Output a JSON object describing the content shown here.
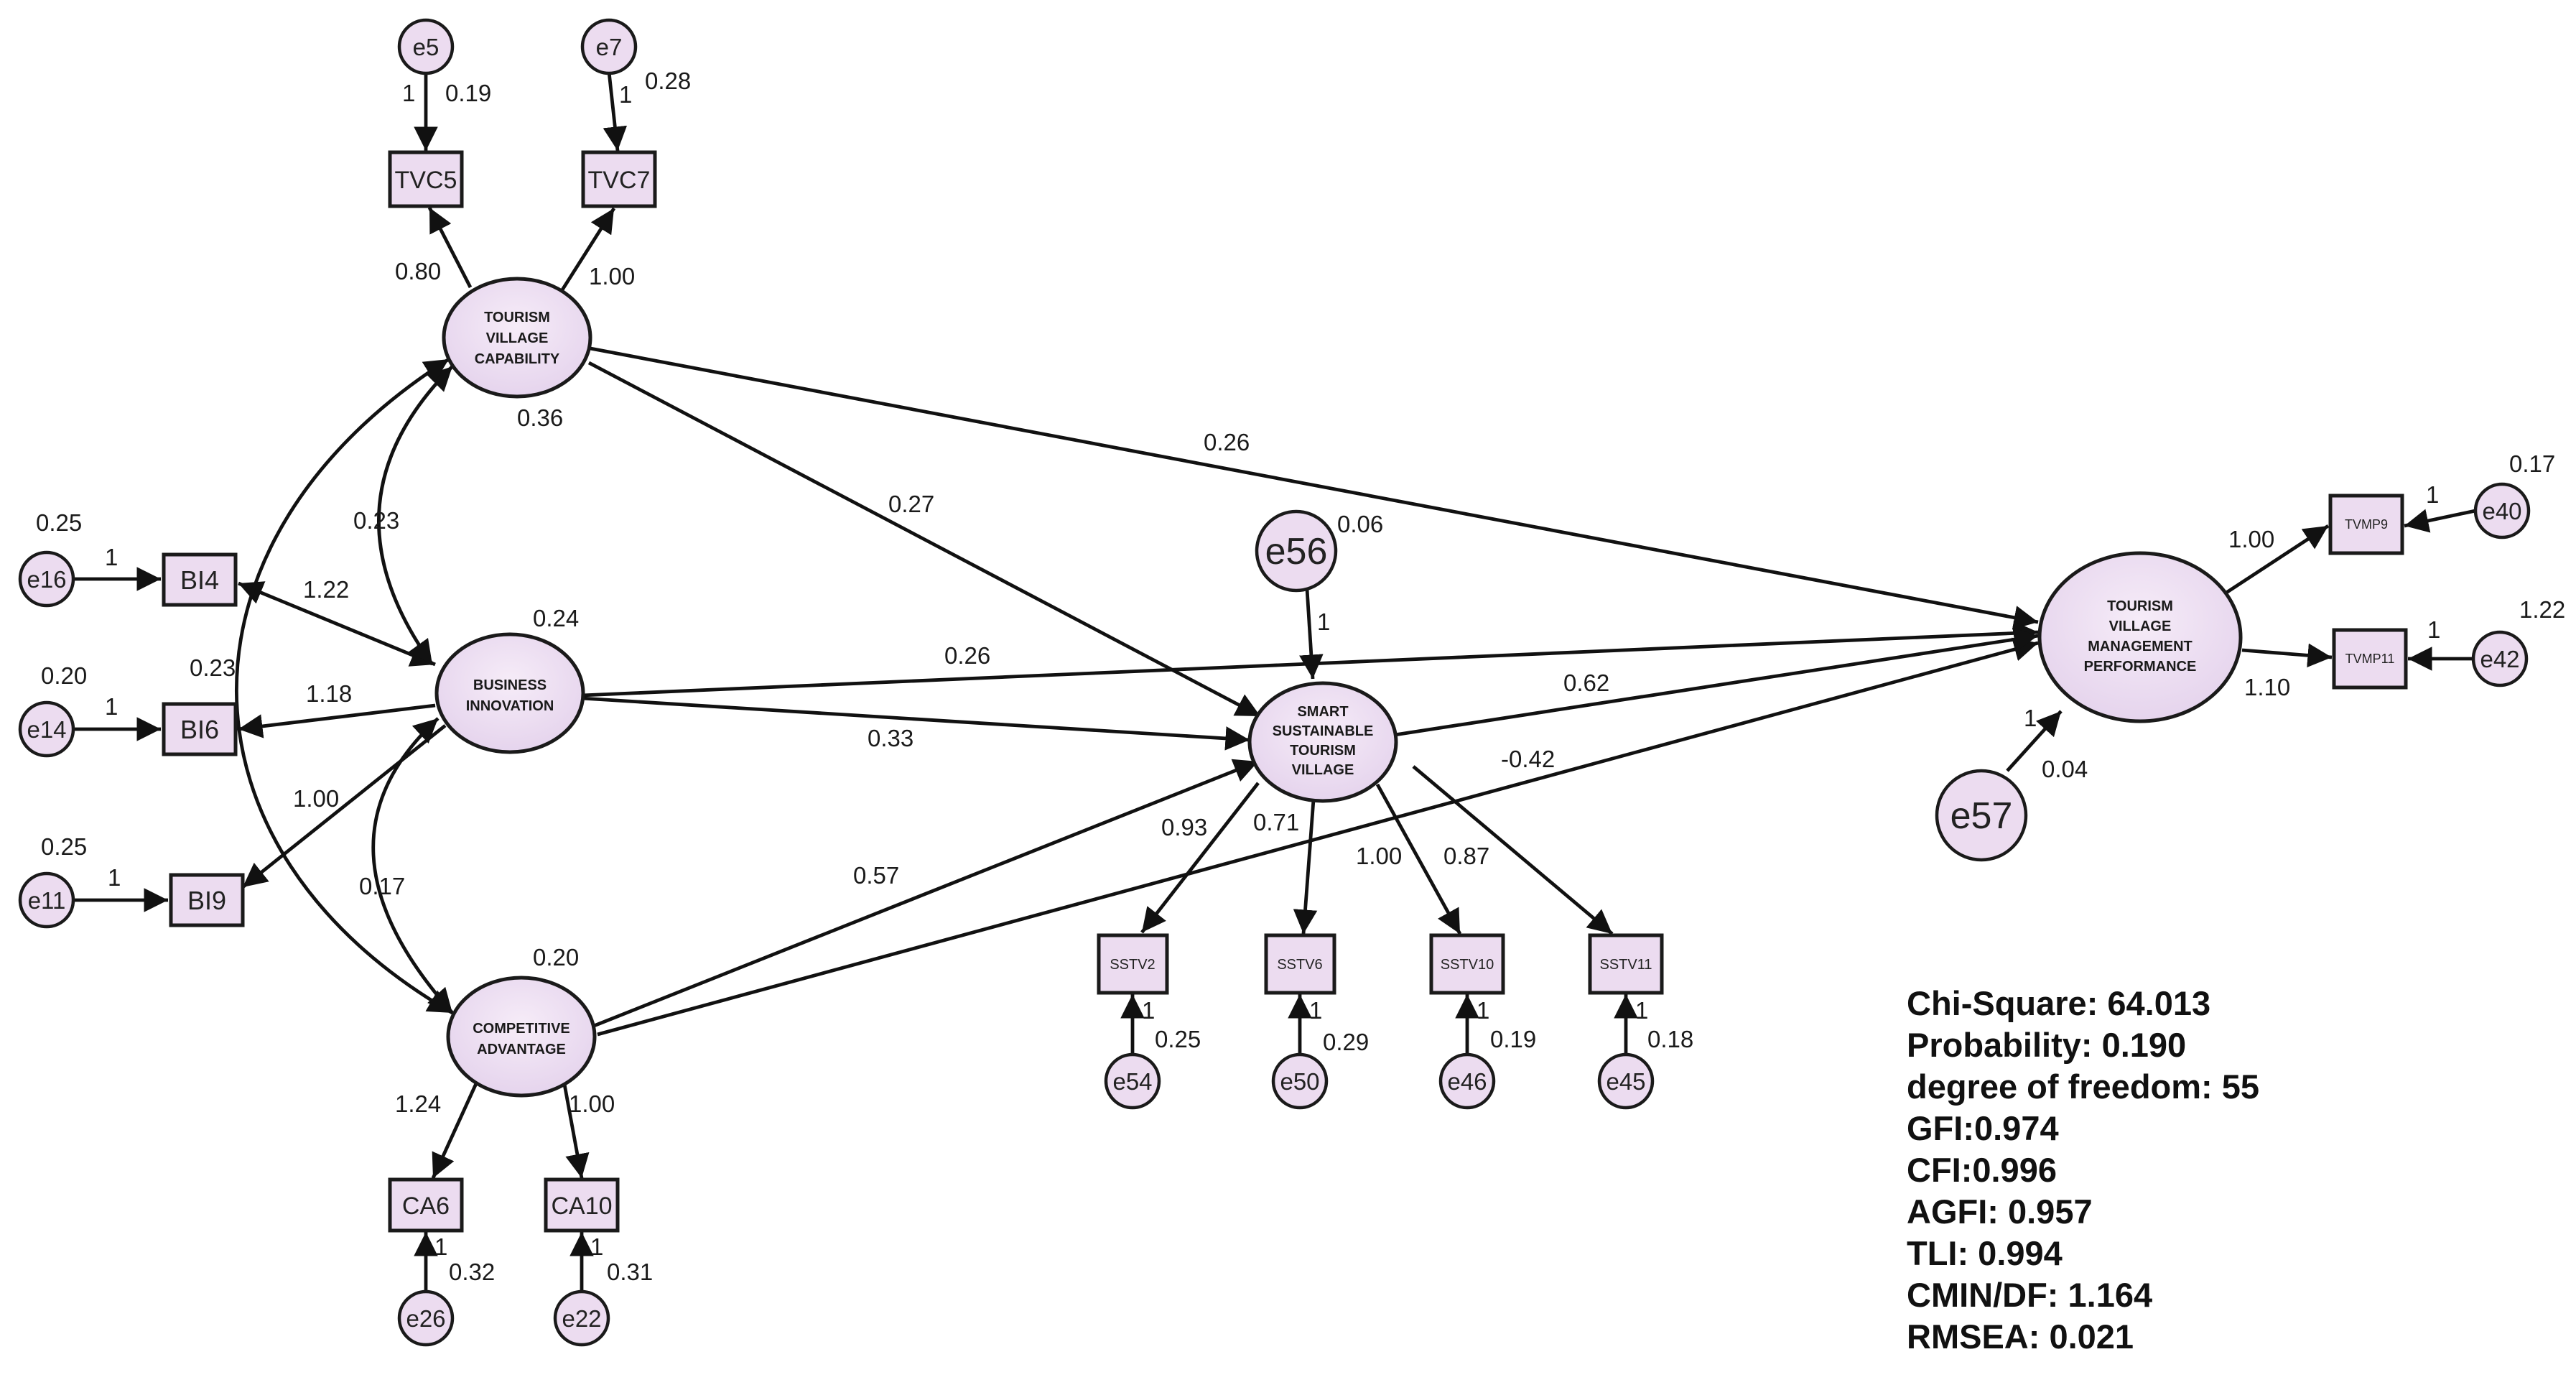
{
  "latents": {
    "tvc": [
      "TOURISM",
      "VILLAGE",
      "CAPABILITY"
    ],
    "bi": [
      "BUSINESS",
      "INNOVATION"
    ],
    "ca": [
      "COMPETITIVE",
      "ADVANTAGE"
    ],
    "sstv": [
      "SMART",
      "SUSTAINABLE",
      "TOURISM",
      "VILLAGE"
    ],
    "tvmp": [
      "TOURISM",
      "VILLAGE",
      "MANAGEMENT",
      "PERFORMANCE"
    ]
  },
  "observed": {
    "tvc5": "TVC5",
    "tvc7": "TVC7",
    "bi4": "BI4",
    "bi6": "BI6",
    "bi9": "BI9",
    "ca6": "CA6",
    "ca10": "CA10",
    "sstv2": "SSTV2",
    "sstv6": "SSTV6",
    "sstv10": "SSTV10",
    "sstv11": "SSTV11",
    "tvmp9": "TVMP9",
    "tvmp11": "TVMP11"
  },
  "errors": {
    "e5": "e5",
    "e7": "e7",
    "e16": "e16",
    "e14": "e14",
    "e11": "e11",
    "e26": "e26",
    "e22": "e22",
    "e54": "e54",
    "e50": "e50",
    "e46": "e46",
    "e45": "e45",
    "e40": "e40",
    "e42": "e42",
    "e56": "e56",
    "e57": "e57"
  },
  "estimates": {
    "e5_var": "0.19",
    "e5_w": "1",
    "e7_var": "0.28",
    "e7_w": "1",
    "tvc_tvc5": "0.80",
    "tvc_tvc7": "1.00",
    "tvc_var": "0.36",
    "e16_var": "0.25",
    "e16_w": "1",
    "e14_var": "0.20",
    "e14_w": "1",
    "e11_var": "0.25",
    "e11_w": "1",
    "bi_bi4": "1.22",
    "bi_bi6": "1.18",
    "bi_bi9": "1.00",
    "bi_var": "0.24",
    "cov_tvc_bi": "0.23",
    "cov_tvc_ca": "0.23",
    "cov_bi_ca": "0.17",
    "ca_var": "0.20",
    "ca_ca6": "1.24",
    "ca_ca10": "1.00",
    "e26_var": "0.32",
    "e26_w": "1",
    "e22_var": "0.31",
    "e22_w": "1",
    "tvc_tvmp": "0.26",
    "tvc_sstv": "0.27",
    "bi_tvmp": "0.26",
    "bi_sstv": "0.33",
    "ca_sstv": "0.57",
    "ca_tvmp": "-0.42",
    "sstv_tvmp": "0.62",
    "e56_var": "0.06",
    "e56_w": "1",
    "sstv_sstv2": "0.93",
    "sstv_sstv6": "0.71",
    "sstv_sstv10": "1.00",
    "sstv_sstv11": "0.87",
    "e54_var": "0.25",
    "e54_w": "1",
    "e50_var": "0.29",
    "e50_w": "1",
    "e46_var": "0.19",
    "e46_w": "1",
    "e45_var": "0.18",
    "e45_w": "1",
    "tvmp_tvmp9": "1.00",
    "tvmp_tvmp11": "1.10",
    "e40_var": "0.17",
    "e40_w": "1",
    "e42_var": "1.22",
    "e42_w": "1",
    "e57_var": "0.04",
    "e57_w": "1"
  },
  "fit": {
    "chi_square": "Chi-Square: 64.013",
    "probability": "Probability:  0.190",
    "df": "degree of freedom: 55",
    "gfi": "GFI:0.974",
    "cfi": "CFI:0.996",
    "agfi": "AGFI: 0.957",
    "tli": "TLI: 0.994",
    "cmin_df": "CMIN/DF: 1.164",
    "rmsea": "RMSEA: 0.021"
  }
}
